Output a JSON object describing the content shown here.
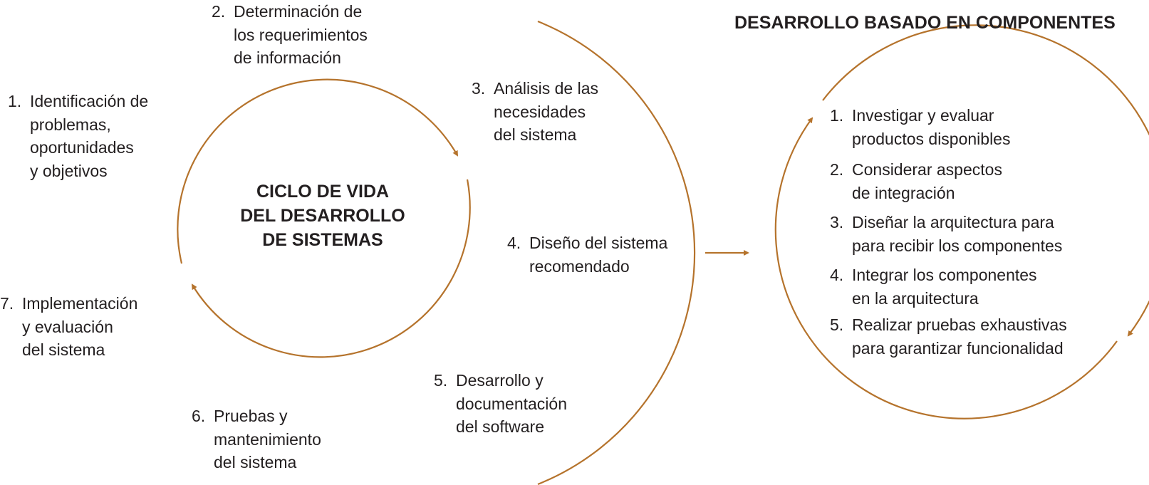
{
  "diagram": {
    "accent_color": "#b5732c",
    "center_title": [
      "CICLO DE VIDA",
      "DEL DESARROLLO",
      "DE SISTEMAS"
    ],
    "right_title": "DESARROLLO BASADO EN COMPONENTES",
    "sdlc_steps": [
      {
        "num": "1.",
        "lines": [
          "Identificación de",
          "problemas,",
          "oportunidades",
          "y objetivos"
        ]
      },
      {
        "num": "2.",
        "lines": [
          "Determinación de",
          "los requerimientos",
          "de información"
        ]
      },
      {
        "num": "3.",
        "lines": [
          "Análisis de las",
          "necesidades",
          "del sistema"
        ]
      },
      {
        "num": "4.",
        "lines": [
          "Diseño del sistema",
          "recomendado"
        ]
      },
      {
        "num": "5.",
        "lines": [
          "Desarrollo y",
          "documentación",
          "del software"
        ]
      },
      {
        "num": "6.",
        "lines": [
          "Pruebas y",
          "mantenimiento",
          "del sistema"
        ]
      },
      {
        "num": "7.",
        "lines": [
          "Implementación",
          "y evaluación",
          "del sistema"
        ]
      }
    ],
    "component_steps": [
      {
        "num": "1.",
        "lines": [
          "Investigar y evaluar",
          "productos disponibles"
        ]
      },
      {
        "num": "2.",
        "lines": [
          "Considerar aspectos",
          "de integración"
        ]
      },
      {
        "num": "3.",
        "lines": [
          "Diseñar la arquitectura para",
          "para recibir los componentes"
        ]
      },
      {
        "num": "4.",
        "lines": [
          "Integrar los componentes",
          "en la arquitectura"
        ]
      },
      {
        "num": "5.",
        "lines": [
          "Realizar pruebas exhaustivas",
          "para garantizar funcionalidad"
        ]
      }
    ]
  }
}
